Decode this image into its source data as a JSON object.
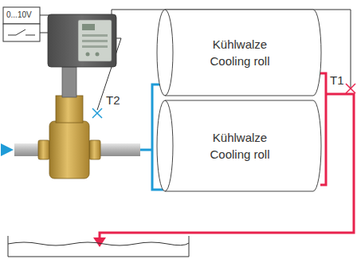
{
  "diagram": {
    "nodes": [
      {
        "text": [
          "Kühlwalze",
          "Cooling roll"
        ]
      },
      {
        "text": [
          "Kühlwalze",
          "Cooling roll"
        ]
      }
    ],
    "labels": [
      "0...10V",
      "T2",
      "T1"
    ]
  }
}
